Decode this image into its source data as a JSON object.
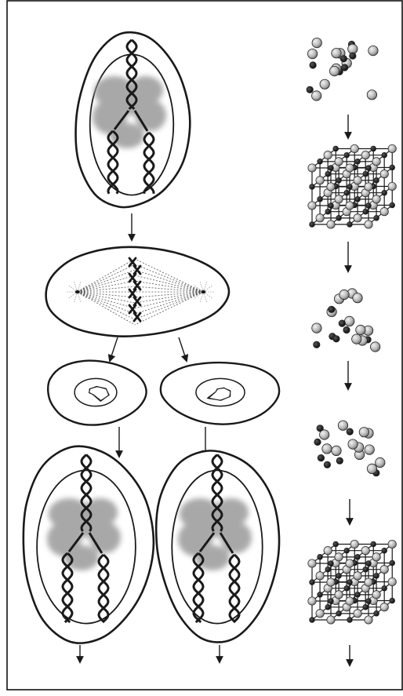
{
  "figure": {
    "frame_stroke": "#111111",
    "ink_color": "#1a1a1a",
    "chromatin_color": "#9a9a9a",
    "atom_light": "#c8c8c8",
    "atom_dark": "#141414",
    "background": "#ffffff"
  },
  "left_panel": {
    "stages": [
      "interphase-cell",
      "dividing-cell",
      "daughter-cells",
      "grown-cells"
    ],
    "icons": [
      "dna-helix-icon",
      "spindle-icon",
      "condensed-chromatin-icon",
      "arrow-down-icon"
    ]
  },
  "right_panel": {
    "stages": [
      "disordered-atoms",
      "crystal-lattice",
      "disordered-atoms",
      "disordered-atoms",
      "crystal-lattice"
    ],
    "icons": [
      "atom-icon",
      "lattice-cube-icon",
      "arrow-down-icon"
    ]
  }
}
